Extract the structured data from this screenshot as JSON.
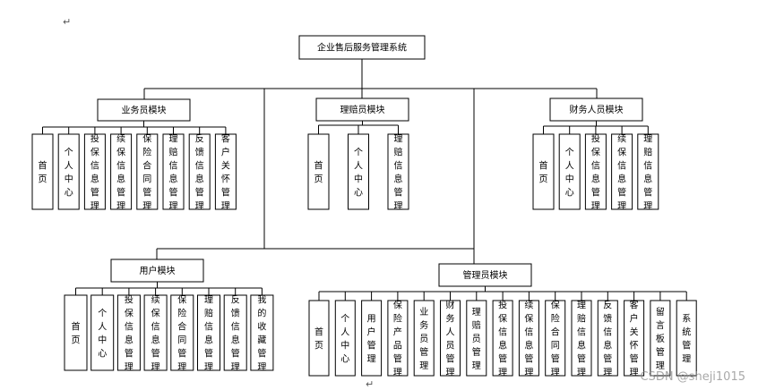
{
  "root": {
    "label": "企业售后服务管理系统"
  },
  "modules": [
    {
      "id": "salesman",
      "label": "业务员模块",
      "children": [
        "首页",
        "个人中心",
        "投保信息管理",
        "续保信息管理",
        "保险合同管理",
        "理赔信息管理",
        "反馈信息管理",
        "客户关怀管理"
      ]
    },
    {
      "id": "claims",
      "label": "理赔员模块",
      "children": [
        "首页",
        "个人中心",
        "理赔信息管理"
      ]
    },
    {
      "id": "finance",
      "label": "财务人员模块",
      "children": [
        "首页",
        "个人中心",
        "投保信息管理",
        "续保信息管理",
        "理赔信息管理"
      ]
    },
    {
      "id": "user",
      "label": "用户模块",
      "children": [
        "首页",
        "个人中心",
        "投保信息管理",
        "续保信息管理",
        "保险合同管理",
        "理赔信息管理",
        "反馈信息管理",
        "我的收藏管理"
      ]
    },
    {
      "id": "admin",
      "label": "管理员模块",
      "children": [
        "首页",
        "个人中心",
        "用户管理",
        "保险产品管理",
        "业务员管理",
        "财务人员管理",
        "理赔员管理",
        "投保信息管理",
        "续保信息管理",
        "保险合同管理",
        "理赔信息管理",
        "反馈信息管理",
        "客户关怀管理",
        "留言板管理",
        "系统管理"
      ]
    }
  ],
  "marks": {
    "top": "↵",
    "bottom": "↵"
  },
  "watermark": "CSDN @sheji1015"
}
